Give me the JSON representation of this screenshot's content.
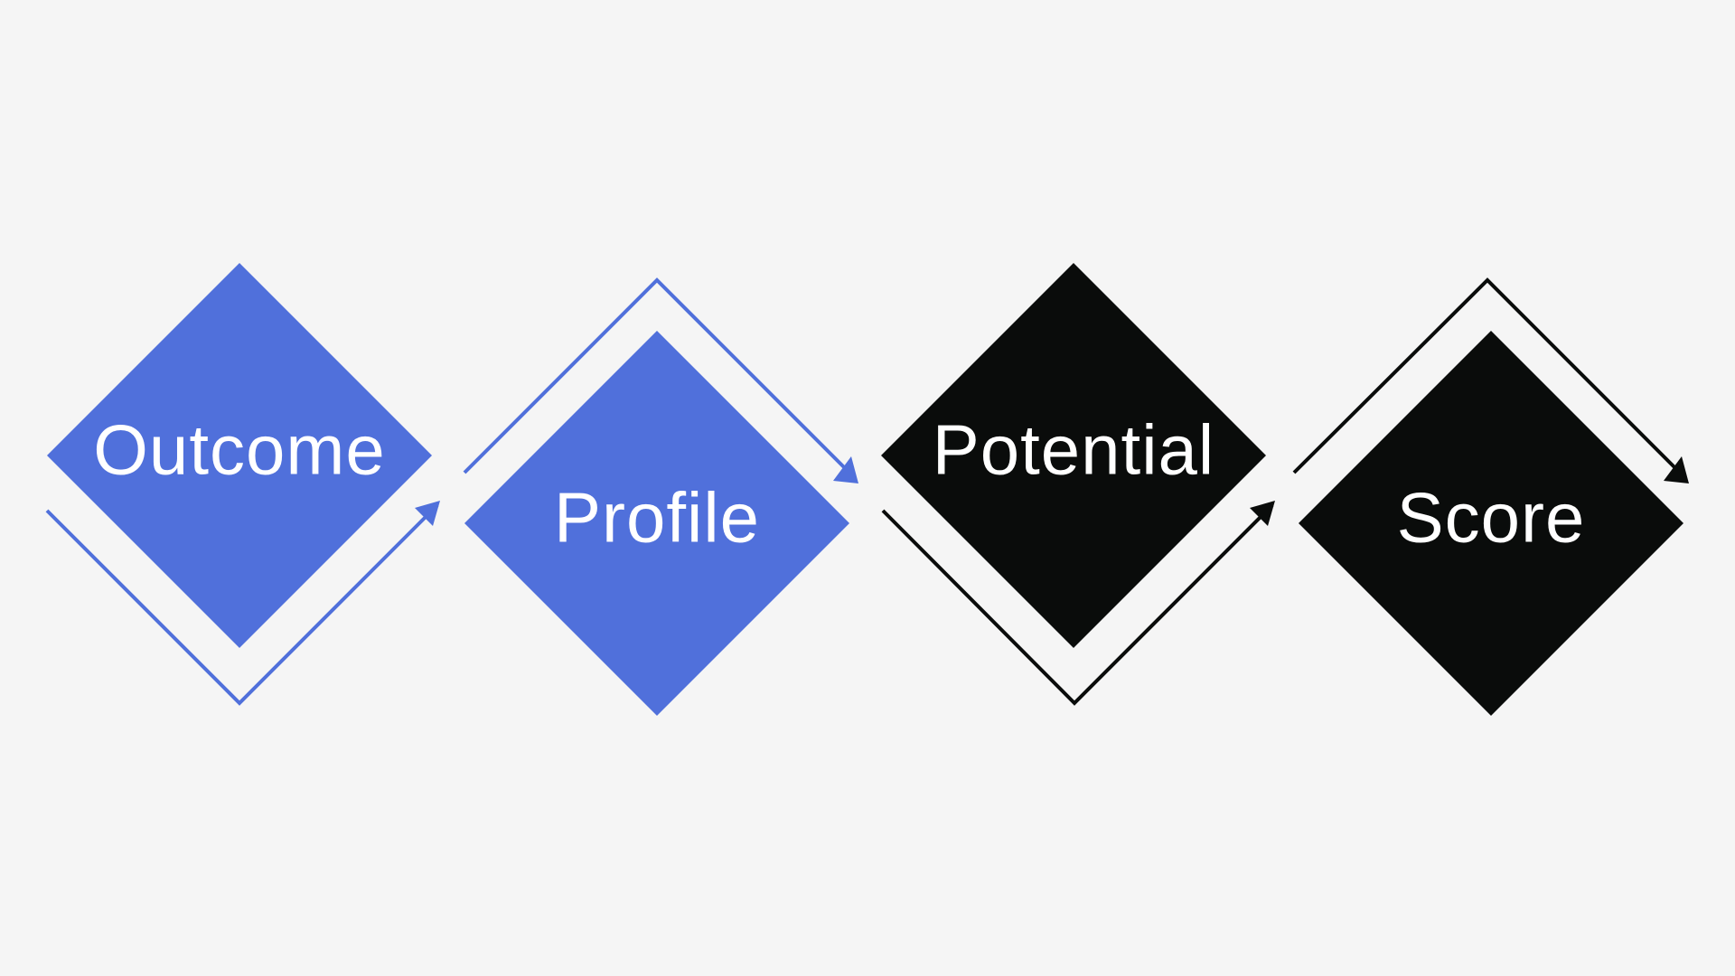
{
  "colors": {
    "background": "#f5f5f5",
    "blue": "#5070db",
    "black": "#0a0c0b",
    "label": "#ffffff"
  },
  "steps": [
    {
      "label": "Outcome",
      "color": "blue",
      "arrow": "below",
      "icon": "arrow-up-right-icon"
    },
    {
      "label": "Profile",
      "color": "blue",
      "arrow": "above",
      "icon": "arrow-down-right-icon"
    },
    {
      "label": "Potential",
      "color": "black",
      "arrow": "below",
      "icon": "arrow-up-right-icon"
    },
    {
      "label": "Score",
      "color": "black",
      "arrow": "above",
      "icon": "arrow-down-right-icon"
    }
  ]
}
